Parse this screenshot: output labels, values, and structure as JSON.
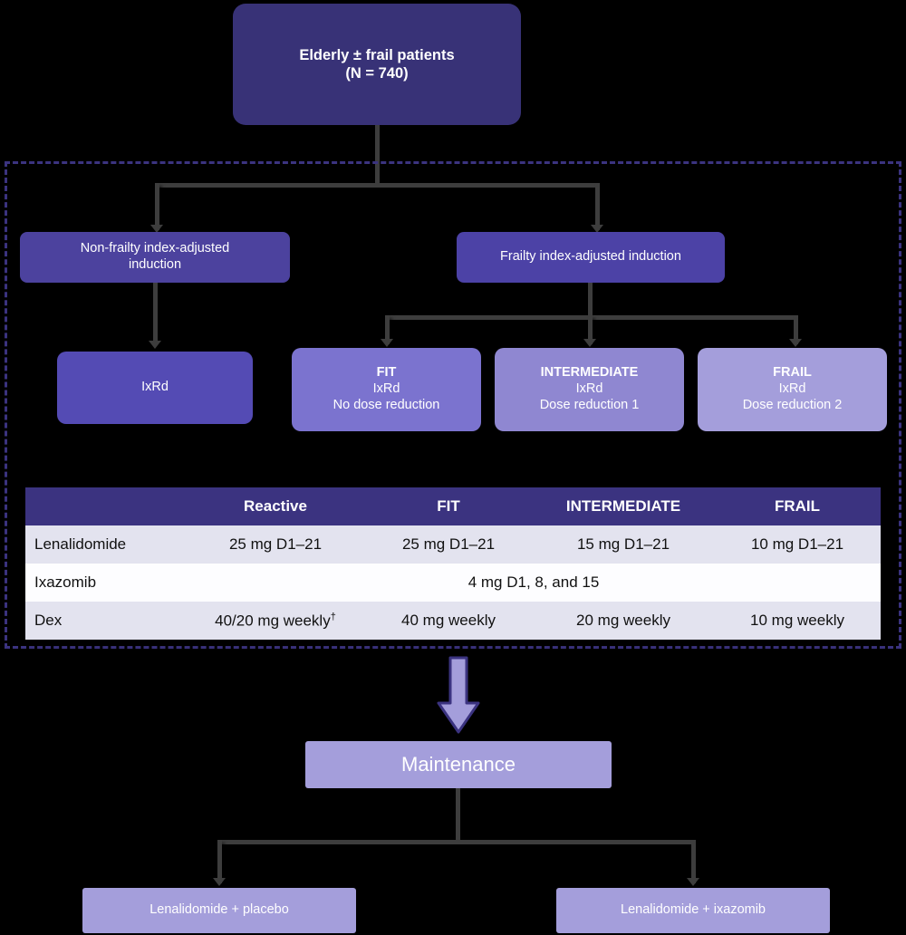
{
  "diagram": {
    "title": "Elderly frail patients trial schema",
    "colors": {
      "root_box": "#383277",
      "tier2_box": "#4c42a6",
      "ixrd_box": "#544bb4",
      "fit_box": "#7b73cf",
      "intermediate_box": "#8f87d1",
      "frail_box": "#a49edb",
      "table_header": "#3b3380",
      "table_row_shade": "#e3e3ef",
      "table_row_plain": "#fdfdff",
      "connector": "#3d3d3d",
      "dashed_frame": "#3b3380",
      "background": "#000000"
    },
    "root": {
      "line1": "Elderly ± frail patients",
      "line2": "(N = 740)"
    },
    "tier2": {
      "non_frailty": {
        "line1": "Non-frailty index-adjusted",
        "line2": "induction"
      },
      "frailty": {
        "line1": "Frailty index-adjusted induction"
      }
    },
    "tier3": [
      {
        "heading": "",
        "regimen": "IxRd",
        "detail": ""
      },
      {
        "heading": "FIT",
        "regimen": "IxRd",
        "detail": "No dose reduction"
      },
      {
        "heading": "INTERMEDIATE",
        "regimen": "IxRd",
        "detail": "Dose reduction 1"
      },
      {
        "heading": "FRAIL",
        "regimen": "IxRd",
        "detail": "Dose reduction 2"
      }
    ],
    "dose_table": {
      "headers": [
        "",
        "Reactive",
        "FIT",
        "INTERMEDIATE",
        "FRAIL"
      ],
      "rows": [
        {
          "label": "Lenalidomide",
          "merged": false,
          "cells": [
            "25 mg D1–21",
            "25 mg D1–21",
            "15 mg D1–21",
            "10 mg D1–21"
          ]
        },
        {
          "label": "Ixazomib",
          "merged": true,
          "merged_value": "4 mg D1, 8, and 15",
          "cells": []
        },
        {
          "label": "Dex",
          "merged": false,
          "cells": [
            "40/20 mg weekly",
            "40 mg weekly",
            "20 mg weekly",
            "10 mg weekly"
          ],
          "footnote_marker": "†",
          "footnote_on_cell": 0
        }
      ]
    },
    "maintenance": {
      "label": "Maintenance",
      "arms": [
        "Lenalidomide + placebo",
        "Lenalidomide + ixazomib"
      ]
    }
  }
}
